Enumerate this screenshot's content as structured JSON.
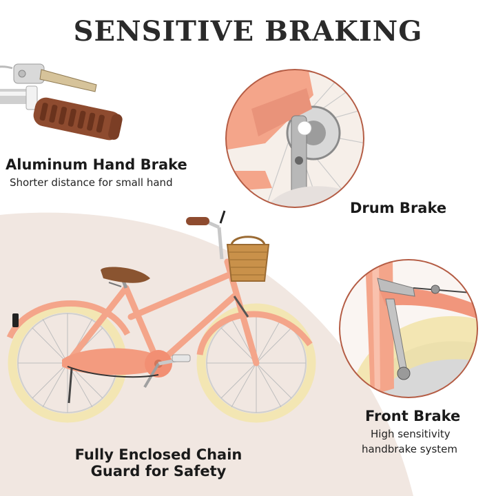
{
  "page": {
    "title": "SENSITIVE BRAKING",
    "colors": {
      "peach": "#f4a58a",
      "peach_dark": "#e48b70",
      "cream_tire": "#f3e6b3",
      "background_blob": "#f1e7e1",
      "ring_border": "#b45c44",
      "saddle": "#8a5430",
      "basket": "#c9914a"
    }
  },
  "features": {
    "hand_brake": {
      "title": "Aluminum Hand Brake",
      "subtitle": "Shorter distance for small hand",
      "icon": "hand-brake-lever"
    },
    "drum_brake": {
      "title": "Drum Brake",
      "icon": "drum-brake"
    },
    "front_brake": {
      "title": "Front Brake",
      "subtitle_line1": "High sensitivity",
      "subtitle_line2": "handbrake system",
      "icon": "front-caliper-brake"
    },
    "chain_guard": {
      "line1": "Fully Enclosed Chain",
      "line2": "Guard for Safety"
    }
  }
}
